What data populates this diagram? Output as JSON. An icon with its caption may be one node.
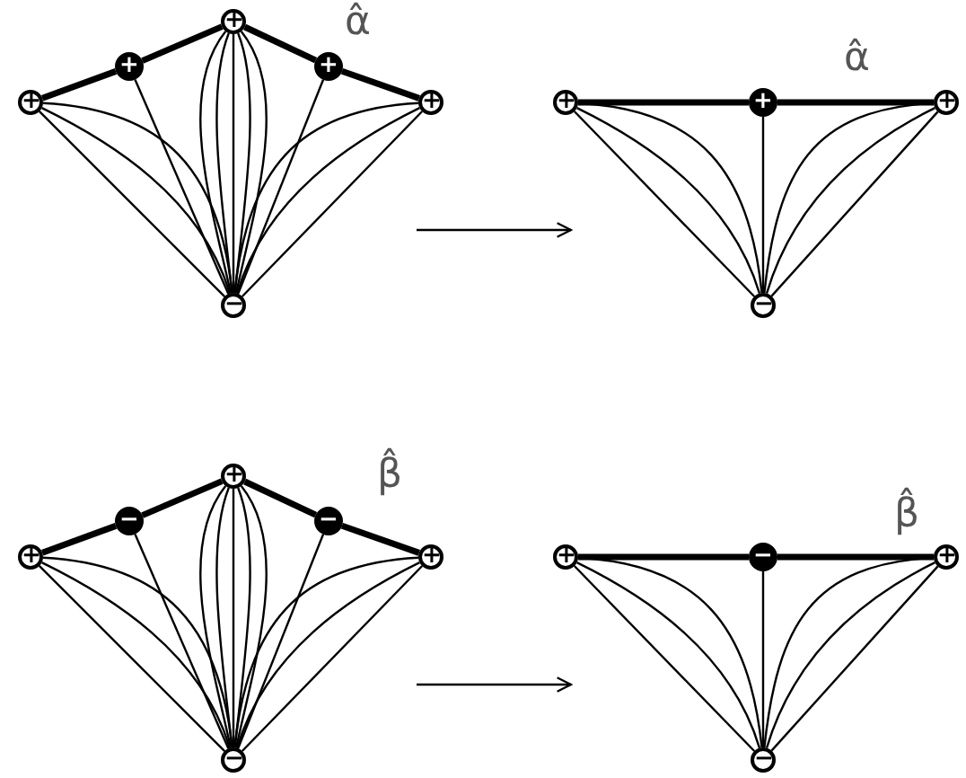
{
  "diagram": {
    "nodes": [
      {
        "text": [
          "+"
        ]
      },
      {
        "text": [
          "+"
        ]
      },
      {
        "text": [
          "+"
        ]
      },
      {
        "text": [
          "+"
        ]
      },
      {
        "text": [
          "+"
        ]
      },
      {
        "text": [
          "−"
        ]
      },
      {
        "text": [
          "+"
        ]
      },
      {
        "text": [
          "+"
        ]
      },
      {
        "text": [
          "+"
        ]
      },
      {
        "text": [
          "−"
        ]
      },
      {
        "text": [
          "+"
        ]
      },
      {
        "text": [
          "−"
        ]
      },
      {
        "text": [
          "+"
        ]
      },
      {
        "text": [
          "−"
        ]
      },
      {
        "text": [
          "+"
        ]
      },
      {
        "text": [
          "−"
        ]
      },
      {
        "text": [
          "+"
        ]
      },
      {
        "text": [
          "−"
        ]
      },
      {
        "text": [
          "+"
        ]
      },
      {
        "text": [
          "−"
        ]
      }
    ],
    "edges": [
      {
        "from": 0,
        "to": 1,
        "arrow": "none",
        "style": "thick"
      },
      {
        "from": 1,
        "to": 2,
        "arrow": "none",
        "style": "thick"
      },
      {
        "from": 2,
        "to": 3,
        "arrow": "none",
        "style": "thick"
      },
      {
        "from": 3,
        "to": 4,
        "arrow": "none",
        "style": "thick"
      },
      {
        "from": 0,
        "to": 5,
        "arrow": "none"
      },
      {
        "from": 0,
        "to": 5,
        "arrow": "none"
      },
      {
        "from": 0,
        "to": 5,
        "arrow": "none"
      },
      {
        "from": 1,
        "to": 5,
        "arrow": "none"
      },
      {
        "from": 2,
        "to": 5,
        "arrow": "none"
      },
      {
        "from": 2,
        "to": 5,
        "arrow": "none"
      },
      {
        "from": 2,
        "to": 5,
        "arrow": "none"
      },
      {
        "from": 2,
        "to": 5,
        "arrow": "none"
      },
      {
        "from": 2,
        "to": 5,
        "arrow": "none"
      },
      {
        "from": 3,
        "to": 5,
        "arrow": "none"
      },
      {
        "from": 4,
        "to": 5,
        "arrow": "none"
      },
      {
        "from": 4,
        "to": 5,
        "arrow": "none"
      },
      {
        "from": 4,
        "to": 5,
        "arrow": "none"
      },
      {
        "from": 6,
        "to": 7,
        "arrow": "none",
        "style": "thick"
      },
      {
        "from": 7,
        "to": 8,
        "arrow": "none",
        "style": "thick"
      },
      {
        "from": 6,
        "to": 9,
        "arrow": "none"
      },
      {
        "from": 6,
        "to": 9,
        "arrow": "none"
      },
      {
        "from": 6,
        "to": 9,
        "arrow": "none"
      },
      {
        "from": 7,
        "to": 9,
        "arrow": "none"
      },
      {
        "from": 8,
        "to": 9,
        "arrow": "none"
      },
      {
        "from": 8,
        "to": 9,
        "arrow": "none"
      },
      {
        "from": 8,
        "to": 9,
        "arrow": "none"
      },
      {
        "from": 10,
        "to": 11,
        "arrow": "none",
        "style": "thick"
      },
      {
        "from": 11,
        "to": 12,
        "arrow": "none",
        "style": "thick"
      },
      {
        "from": 12,
        "to": 13,
        "arrow": "none",
        "style": "thick"
      },
      {
        "from": 13,
        "to": 14,
        "arrow": "none",
        "style": "thick"
      },
      {
        "from": 10,
        "to": 15,
        "arrow": "none"
      },
      {
        "from": 10,
        "to": 15,
        "arrow": "none"
      },
      {
        "from": 10,
        "to": 15,
        "arrow": "none"
      },
      {
        "from": 11,
        "to": 15,
        "arrow": "none"
      },
      {
        "from": 12,
        "to": 15,
        "arrow": "none"
      },
      {
        "from": 12,
        "to": 15,
        "arrow": "none"
      },
      {
        "from": 12,
        "to": 15,
        "arrow": "none"
      },
      {
        "from": 12,
        "to": 15,
        "arrow": "none"
      },
      {
        "from": 12,
        "to": 15,
        "arrow": "none"
      },
      {
        "from": 13,
        "to": 15,
        "arrow": "none"
      },
      {
        "from": 14,
        "to": 15,
        "arrow": "none"
      },
      {
        "from": 14,
        "to": 15,
        "arrow": "none"
      },
      {
        "from": 14,
        "to": 15,
        "arrow": "none"
      },
      {
        "from": 16,
        "to": 17,
        "arrow": "none",
        "style": "thick"
      },
      {
        "from": 17,
        "to": 18,
        "arrow": "none",
        "style": "thick"
      },
      {
        "from": 16,
        "to": 19,
        "arrow": "none"
      },
      {
        "from": 16,
        "to": 19,
        "arrow": "none"
      },
      {
        "from": 16,
        "to": 19,
        "arrow": "none"
      },
      {
        "from": 17,
        "to": 19,
        "arrow": "none"
      },
      {
        "from": 18,
        "to": 19,
        "arrow": "none"
      },
      {
        "from": 18,
        "to": 19,
        "arrow": "none"
      },
      {
        "from": 18,
        "to": 19,
        "arrow": "none"
      }
    ],
    "labels": [
      "α̂",
      "α̂",
      "β̂",
      "β̂"
    ]
  }
}
